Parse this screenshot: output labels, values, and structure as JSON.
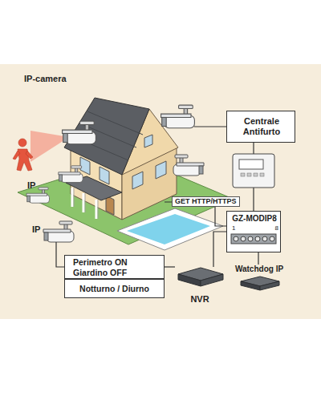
{
  "diagram": {
    "nodes": [
      {
        "text": [
          "Centrale Antifurto"
        ]
      },
      {
        "text": [
          "GZ-MODIP8",
          "1",
          "8"
        ]
      },
      {
        "text": [
          "Watchdog IP"
        ]
      },
      {
        "text": [
          "NVR"
        ]
      },
      {
        "text": [
          "Perimetro ON Giardino OFF"
        ]
      },
      {
        "text": [
          "Notturno / Diurno"
        ]
      }
    ],
    "edges": [
      {
        "from": 0,
        "to": 1,
        "arrow": "none"
      },
      {
        "from": 1,
        "to": 2,
        "arrow": "none"
      },
      {
        "from": 3,
        "to": 1,
        "arrow": "none"
      },
      {
        "from": 4,
        "to": 3,
        "arrow": "none"
      }
    ],
    "labels": [
      "IP-camera",
      "IP",
      "IP",
      "GET HTTP/HTTPS"
    ]
  }
}
